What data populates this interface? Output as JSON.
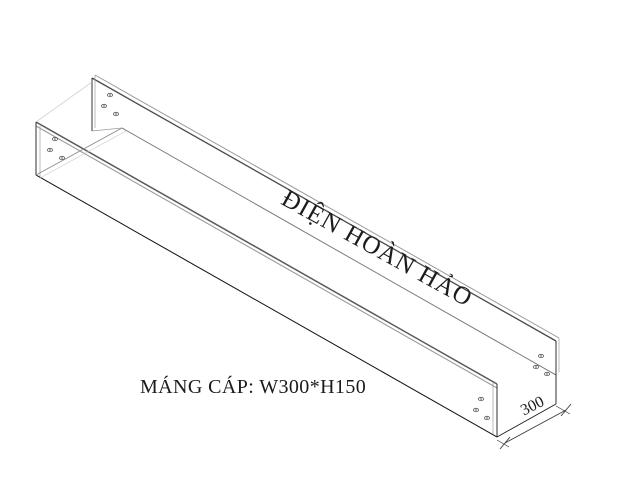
{
  "drawing": {
    "title_caption": "MÁNG CÁP: W300*H150",
    "watermark": "ĐIỆN HOÀN HẢO",
    "dimension_label": "300",
    "colors": {
      "background": "#ffffff",
      "line_dark": "#1a1a1a",
      "line_mid": "#5a5a5a",
      "line_light": "#9a9a9a",
      "text": "#1a1a1a"
    },
    "object": {
      "type": "cable-tray",
      "profile": "U-channel",
      "width_mm": 300,
      "height_mm": 150,
      "hole_groups": 4,
      "holes_per_group": 3
    }
  }
}
